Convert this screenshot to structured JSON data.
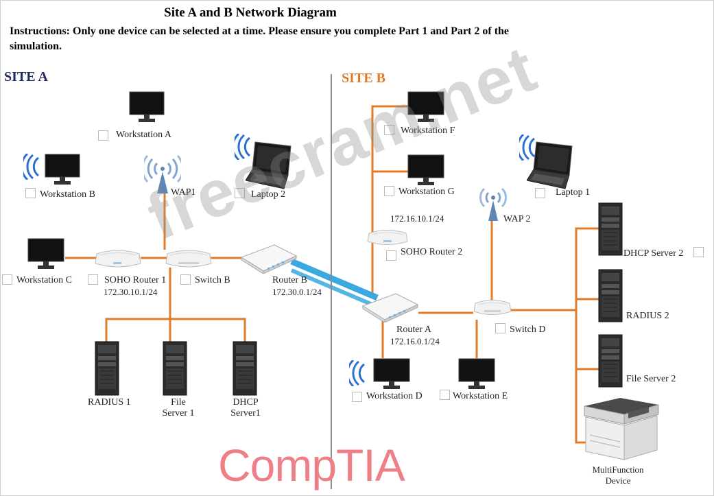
{
  "diagram": {
    "title": "Site A and B Network Diagram",
    "instructions": "Instructions: Only one device can be selected at a time. Please ensure you complete Part 1 and Part 2 of the simulation.",
    "site_a": "SITE A",
    "site_b": "SITE B",
    "watermark": "freecram.net",
    "logo": "CompTIA",
    "colors": {
      "wire": "#e07b2a",
      "wan_link": "#3aa9df",
      "site_b": "#e07b2a",
      "site_a": "#1f2a5c"
    }
  },
  "devices": {
    "workstation_a": {
      "label": "Workstation A",
      "icon": "monitor-icon"
    },
    "workstation_b": {
      "label": "Workstation B",
      "icon": "monitor-icon"
    },
    "workstation_c": {
      "label": "Workstation C",
      "icon": "monitor-icon"
    },
    "wap1": {
      "label": "WAP1",
      "icon": "wireless-ap-icon"
    },
    "laptop_2": {
      "label": "Laptop 2",
      "icon": "laptop-icon"
    },
    "soho_router_1": {
      "label": "SOHO Router 1",
      "ip": "172.30.10.1/24",
      "icon": "router-icon"
    },
    "switch_b": {
      "label": "Switch B",
      "icon": "switch-icon"
    },
    "router_b": {
      "label": "Router B",
      "ip": "172.30.0.1/24",
      "icon": "router-icon"
    },
    "radius_1": {
      "label": "RADIUS 1",
      "icon": "server-icon"
    },
    "file_server_1": {
      "label": "File\nServer 1",
      "icon": "server-icon"
    },
    "dhcp_server_1": {
      "label": "DHCP\nServer1",
      "icon": "server-icon"
    },
    "workstation_f": {
      "label": "Workstation F",
      "icon": "monitor-icon"
    },
    "workstation_g": {
      "label": "Workstation G",
      "icon": "monitor-icon"
    },
    "laptop_1": {
      "label": "Laptop 1",
      "icon": "laptop-icon"
    },
    "wap2": {
      "label": "WAP 2",
      "icon": "wireless-ap-icon"
    },
    "soho_router_2": {
      "label": "SOHO Router 2",
      "ip": "172.16.10.1/24",
      "icon": "router-icon"
    },
    "dhcp_server_2": {
      "label": "DHCP Server 2",
      "icon": "server-icon"
    },
    "radius_2": {
      "label": "RADIUS 2",
      "icon": "server-icon"
    },
    "file_server_2": {
      "label": "File Server 2",
      "icon": "server-icon"
    },
    "router_a": {
      "label": "Router A",
      "ip": "172.16.0.1/24",
      "icon": "router-icon"
    },
    "switch_d": {
      "label": "Switch D",
      "icon": "switch-icon"
    },
    "workstation_d": {
      "label": "Workstation D",
      "icon": "monitor-icon"
    },
    "workstation_e": {
      "label": "Workstation E",
      "icon": "monitor-icon"
    },
    "multifunction_device": {
      "label": "MultiFunction\nDevice",
      "icon": "printer-icon"
    }
  }
}
